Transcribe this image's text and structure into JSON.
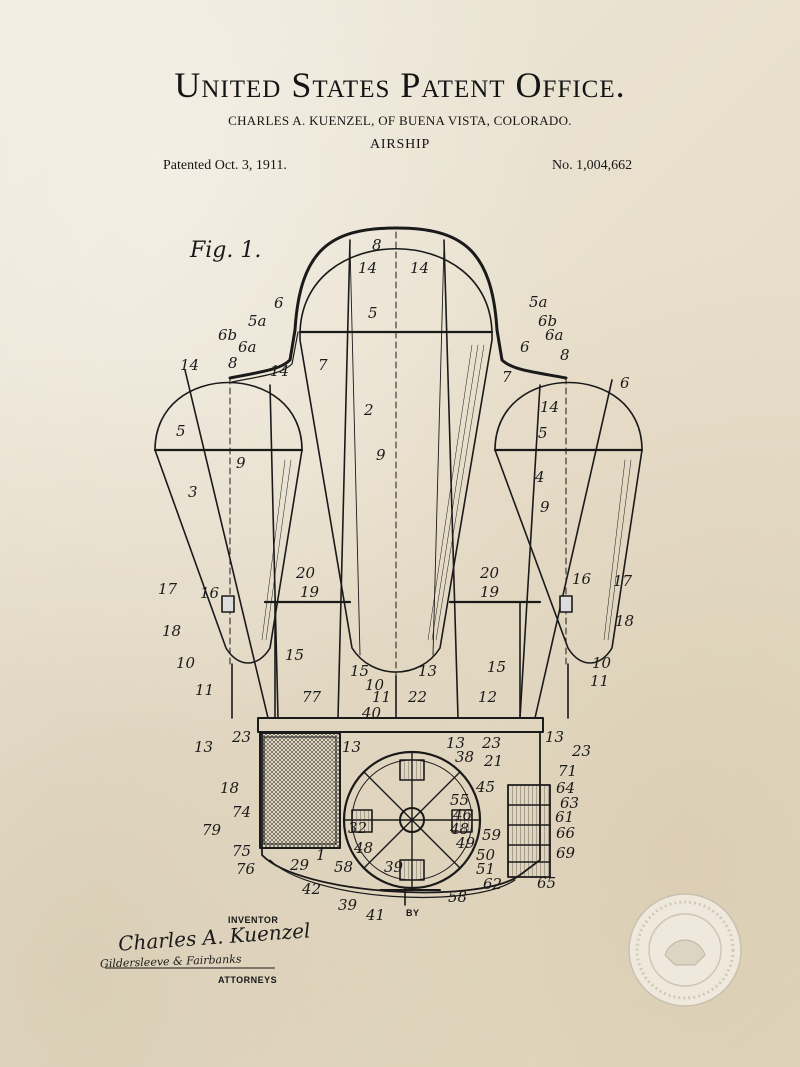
{
  "document": {
    "title": "United States Patent Office.",
    "inventor_line": "CHARLES A. KUENZEL, OF BUENA VISTA, COLORADO.",
    "subject": "AIRSHIP",
    "patented": "Patented Oct. 3, 1911.",
    "patent_number": "No. 1,004,662"
  },
  "figure": {
    "caption": "Fig. 1.",
    "reference_numerals": [
      "1",
      "2",
      "3",
      "4",
      "5",
      "5a",
      "6",
      "6a",
      "6b",
      "7",
      "8",
      "9",
      "10",
      "11",
      "12",
      "13",
      "14",
      "15",
      "16",
      "17",
      "18",
      "19",
      "20",
      "21",
      "22",
      "23",
      "29",
      "32",
      "38",
      "39",
      "40",
      "41",
      "42",
      "45",
      "46",
      "48",
      "49",
      "50",
      "51",
      "55",
      "58",
      "59",
      "61",
      "62",
      "63",
      "64",
      "65",
      "66",
      "69",
      "71",
      "74",
      "75",
      "76",
      "77",
      "79"
    ]
  },
  "signatures": {
    "inventor_label": "INVENTOR",
    "inventor_signature": "Charles A. Kuenzel",
    "by_label": "BY",
    "attorneys_signature": "Gildersleeve & Fairbanks",
    "attorneys_label": "ATTORNEYS"
  },
  "colors": {
    "paper": "#ece5d6",
    "ink": "#161616"
  }
}
